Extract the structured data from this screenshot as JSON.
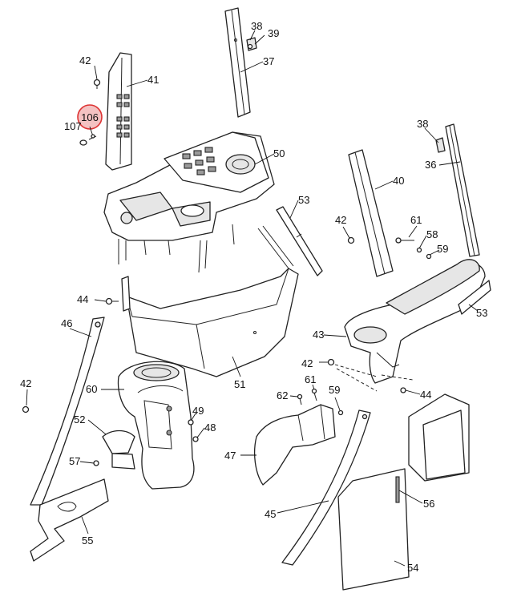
{
  "parts": {
    "p106": "106",
    "p107": "107",
    "p42a": "42",
    "p41": "41",
    "p38a": "38",
    "p39": "39",
    "p37": "37",
    "p50": "50",
    "p53a": "53",
    "p38b": "38",
    "p36": "36",
    "p40": "40",
    "p42b": "42",
    "p61a": "61",
    "p58": "58",
    "p59a": "59",
    "p53b": "53",
    "p44a": "44",
    "p46": "46",
    "p51": "51",
    "p43": "43",
    "p42c": "42",
    "p61b": "61",
    "p62": "62",
    "p59b": "59",
    "p44b": "44",
    "p42d": "42",
    "p60": "60",
    "p49": "49",
    "p48": "48",
    "p52": "52",
    "p57": "57",
    "p47": "47",
    "p56": "56",
    "p45": "45",
    "p55": "55",
    "p54": "54"
  },
  "colors": {
    "highlight_fill": "#f4c2c2",
    "highlight_stroke": "#dd3333"
  }
}
